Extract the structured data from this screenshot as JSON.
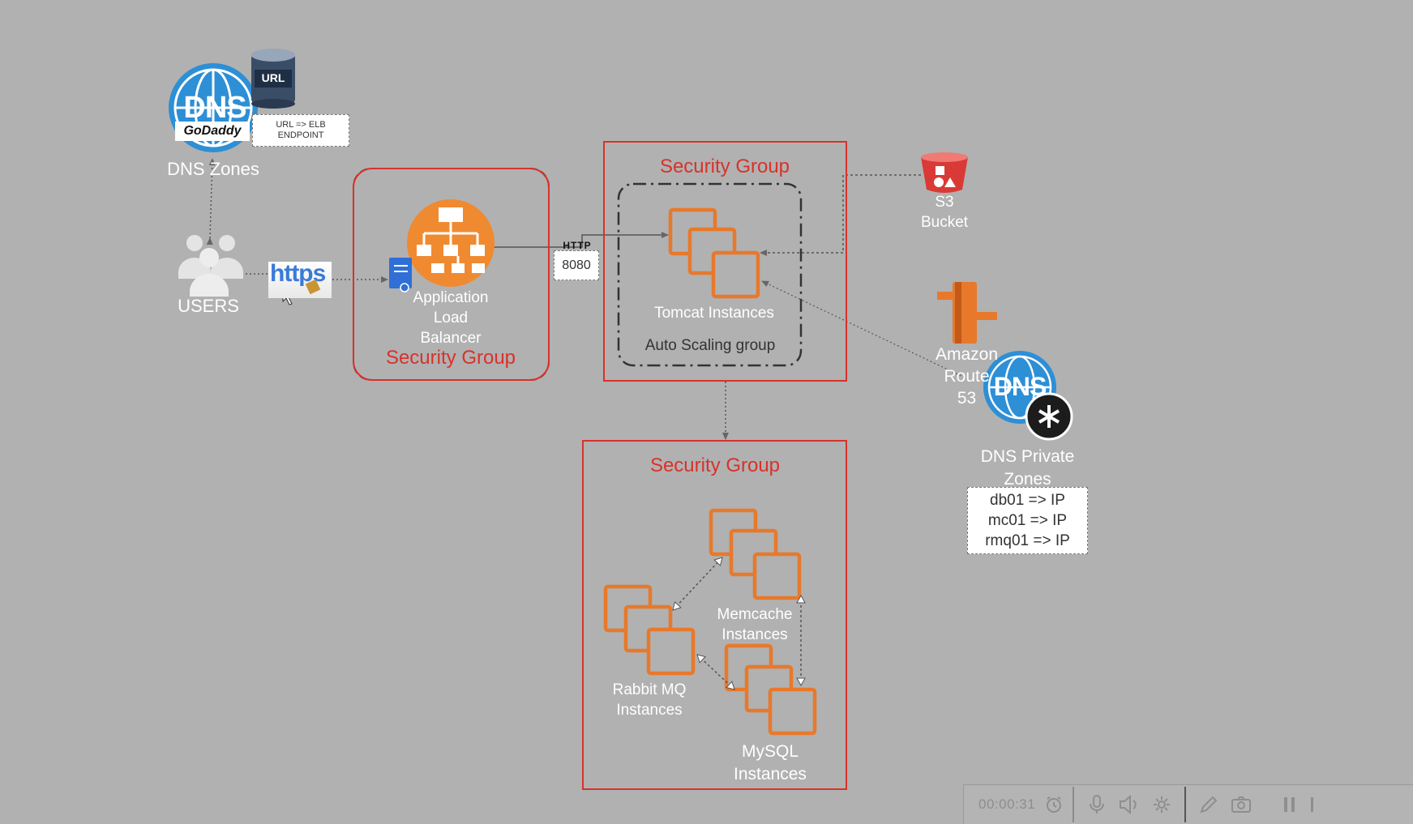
{
  "nodes": {
    "dns_zones": {
      "label": "DNS Zones",
      "dns_text": "DNS",
      "brand": "GoDaddy",
      "url_badge": "URL"
    },
    "url_note": {
      "line1": "URL => ELB",
      "line2": "ENDPOINT"
    },
    "users": {
      "label": "USERS"
    },
    "https": {
      "text": "https"
    },
    "alb": {
      "line1": "Application",
      "line2": "Load",
      "line3": "Balancer",
      "security_group": "Security Group"
    },
    "http_port": {
      "protocol": "HTTP",
      "port": "8080"
    },
    "app_sg": {
      "title": "Security Group",
      "tomcat": "Tomcat Instances",
      "asg": "Auto Scaling group"
    },
    "s3": {
      "line1": "S3",
      "line2": "Bucket"
    },
    "route53": {
      "line1": "Amazon",
      "line2": "Route",
      "line3": "53"
    },
    "dns_private": {
      "dns_text": "DNS",
      "line1": "DNS Private",
      "line2": "Zones"
    },
    "private_records": [
      "db01 => IP",
      "mc01 => IP",
      "rmq01 => IP"
    ],
    "backend_sg": {
      "title": "Security Group",
      "memcache_line1": "Memcache",
      "memcache_line2": "Instances",
      "rabbit_line1": "Rabbit MQ",
      "rabbit_line2": "Instances",
      "mysql_line1": "MySQL",
      "mysql_line2": "Instances"
    }
  },
  "toolbar": {
    "timer": "00:00:31",
    "icons": [
      "alarm-clock-icon",
      "microphone-icon",
      "speaker-icon",
      "settings-gear-icon",
      "pencil-icon",
      "camera-icon",
      "pause-icon",
      "stop-icon"
    ]
  },
  "colors": {
    "background": "#b1b1b1",
    "security_group_red": "#d8322a",
    "aws_orange": "#e8792b",
    "dns_blue": "#2d8fd6",
    "s3_red": "#d93a35"
  }
}
